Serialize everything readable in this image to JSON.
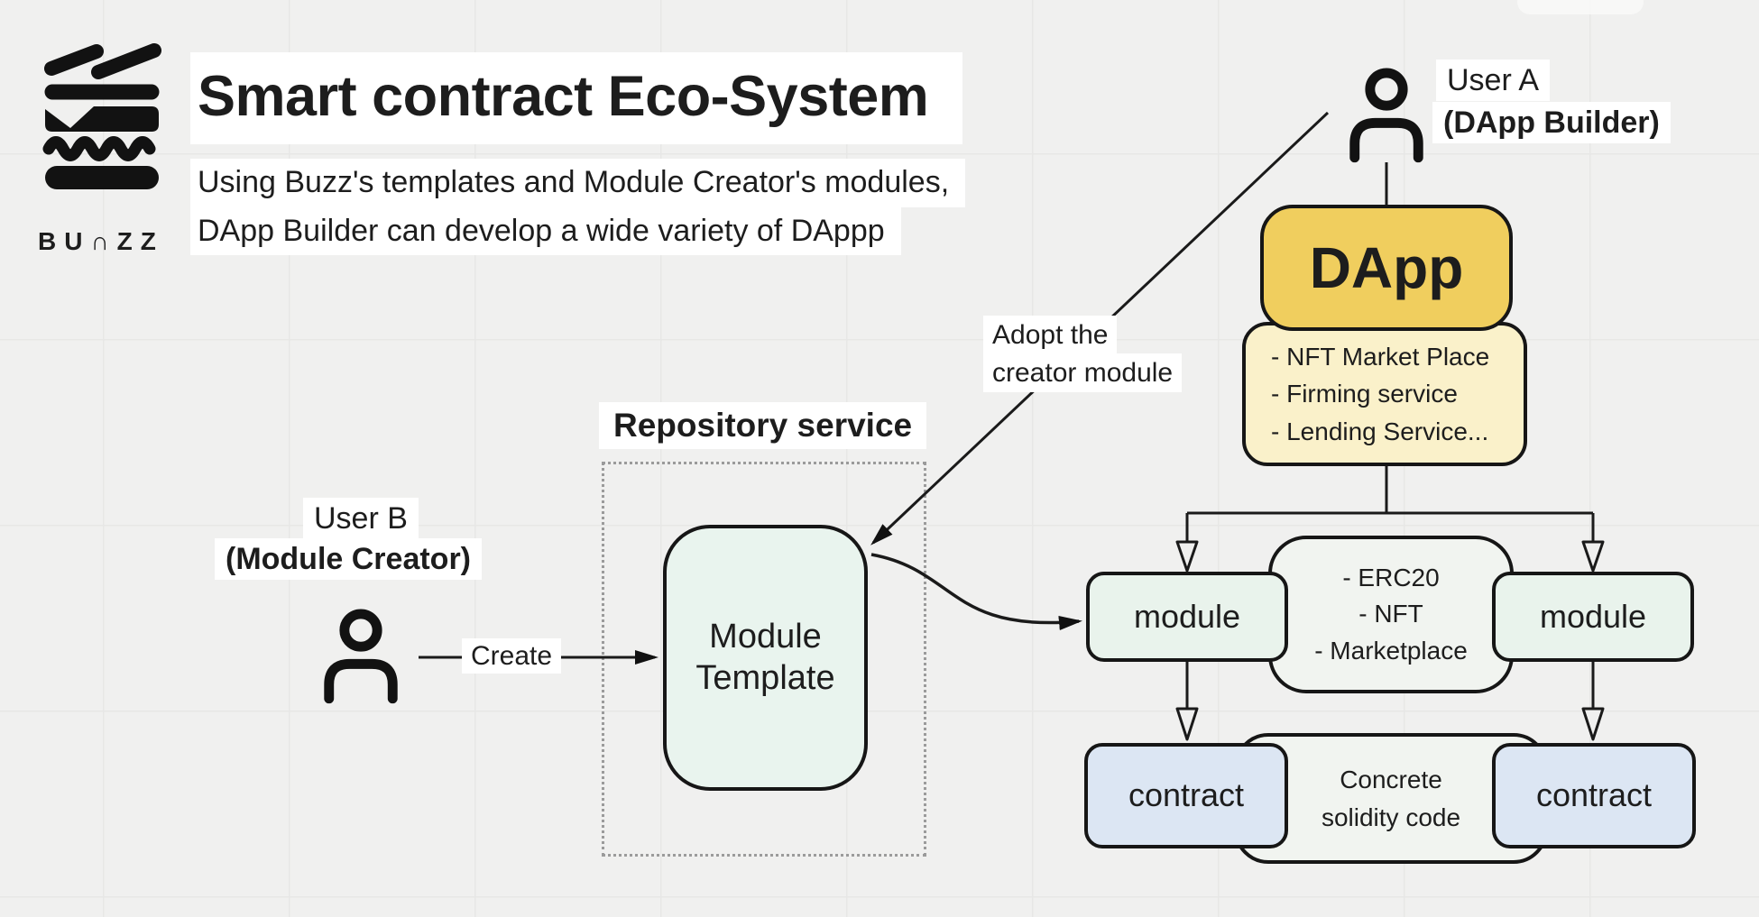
{
  "brand": {
    "logo_text": "BU∩ZZ"
  },
  "header": {
    "title": "Smart contract Eco-System",
    "subtitle": [
      "Using Buzz's templates and Module Creator's modules,",
      "DApp Builder can develop a wide variety of DAppp"
    ]
  },
  "actors": {
    "user_a": {
      "name": "User A",
      "role": "(DApp Builder)"
    },
    "user_b": {
      "name": "User B",
      "role": "(Module Creator)"
    }
  },
  "dapp": {
    "label": "DApp",
    "examples": [
      "- NFT Market Place",
      "- Firming service",
      "- Lending Service..."
    ]
  },
  "repository": {
    "title": "Repository service",
    "template": [
      "Module",
      "Template"
    ]
  },
  "edges": {
    "create": "Create",
    "adopt": [
      "Adopt the",
      "creator module"
    ]
  },
  "modules": {
    "left_label": "module",
    "right_label": "module",
    "examples": [
      "- ERC20",
      "- NFT",
      "- Marketplace"
    ]
  },
  "contracts": {
    "left_label": "contract",
    "right_label": "contract",
    "note": [
      "Concrete",
      "solidity code"
    ]
  },
  "colors": {
    "background": "#f0f0ef",
    "ink": "#161616",
    "dapp_yellow": "#f0ce5e",
    "dapp_light_yellow": "#faf1ca",
    "module_mint": "#e9f3ec",
    "contract_blue": "#dce6f3",
    "neutral_box": "#f1f4f0",
    "label_background": "#ffffff"
  }
}
